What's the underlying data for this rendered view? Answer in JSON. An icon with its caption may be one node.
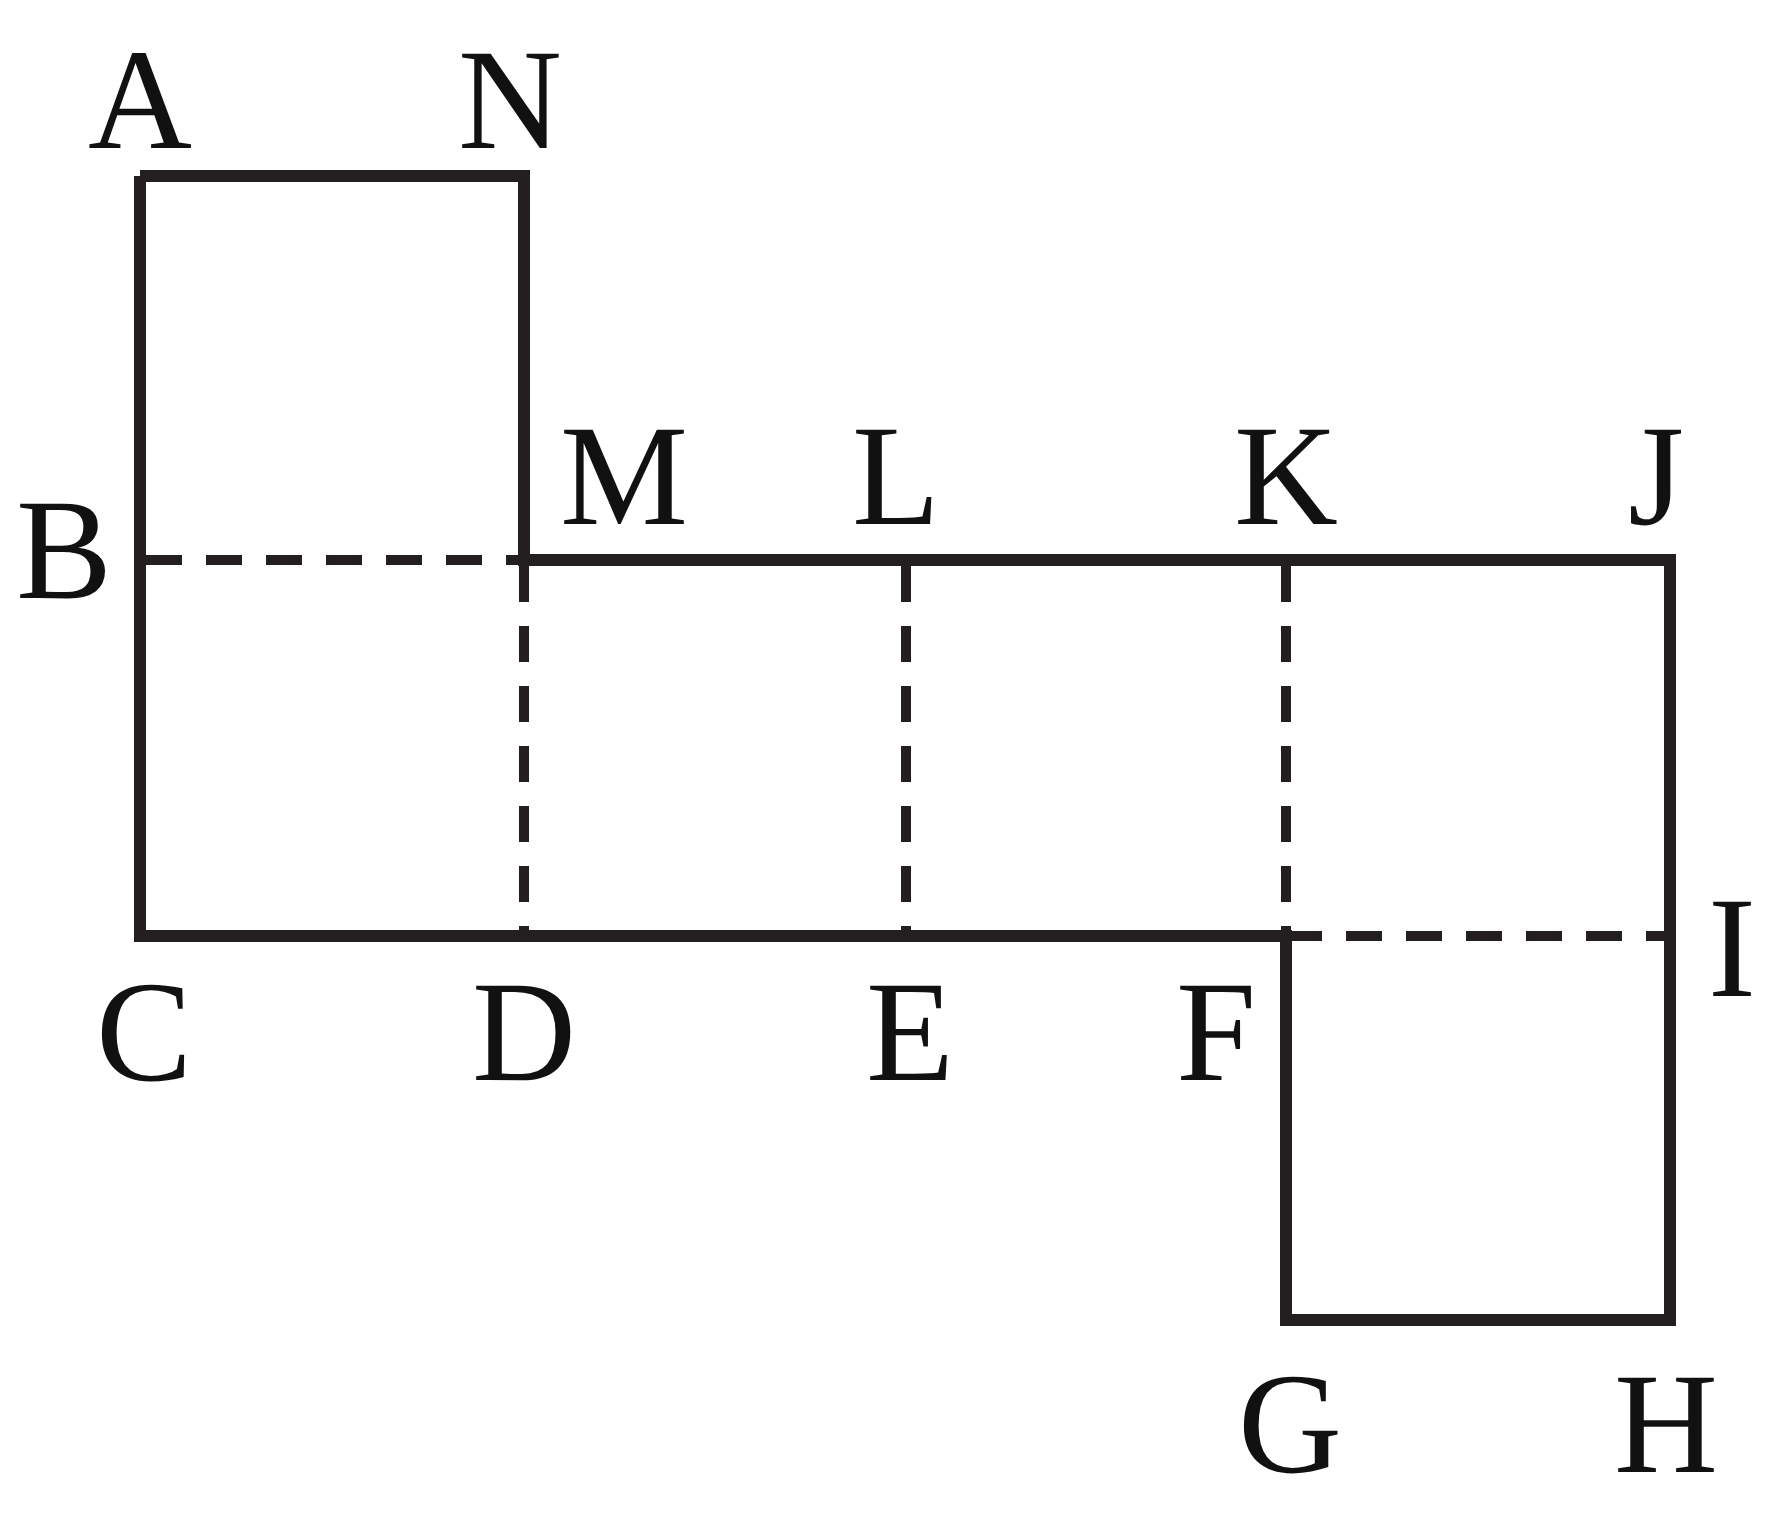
{
  "diagram": {
    "labels": [
      "A",
      "N",
      "M",
      "L",
      "K",
      "J",
      "B",
      "I",
      "C",
      "D",
      "E",
      "F",
      "G",
      "H"
    ]
  }
}
